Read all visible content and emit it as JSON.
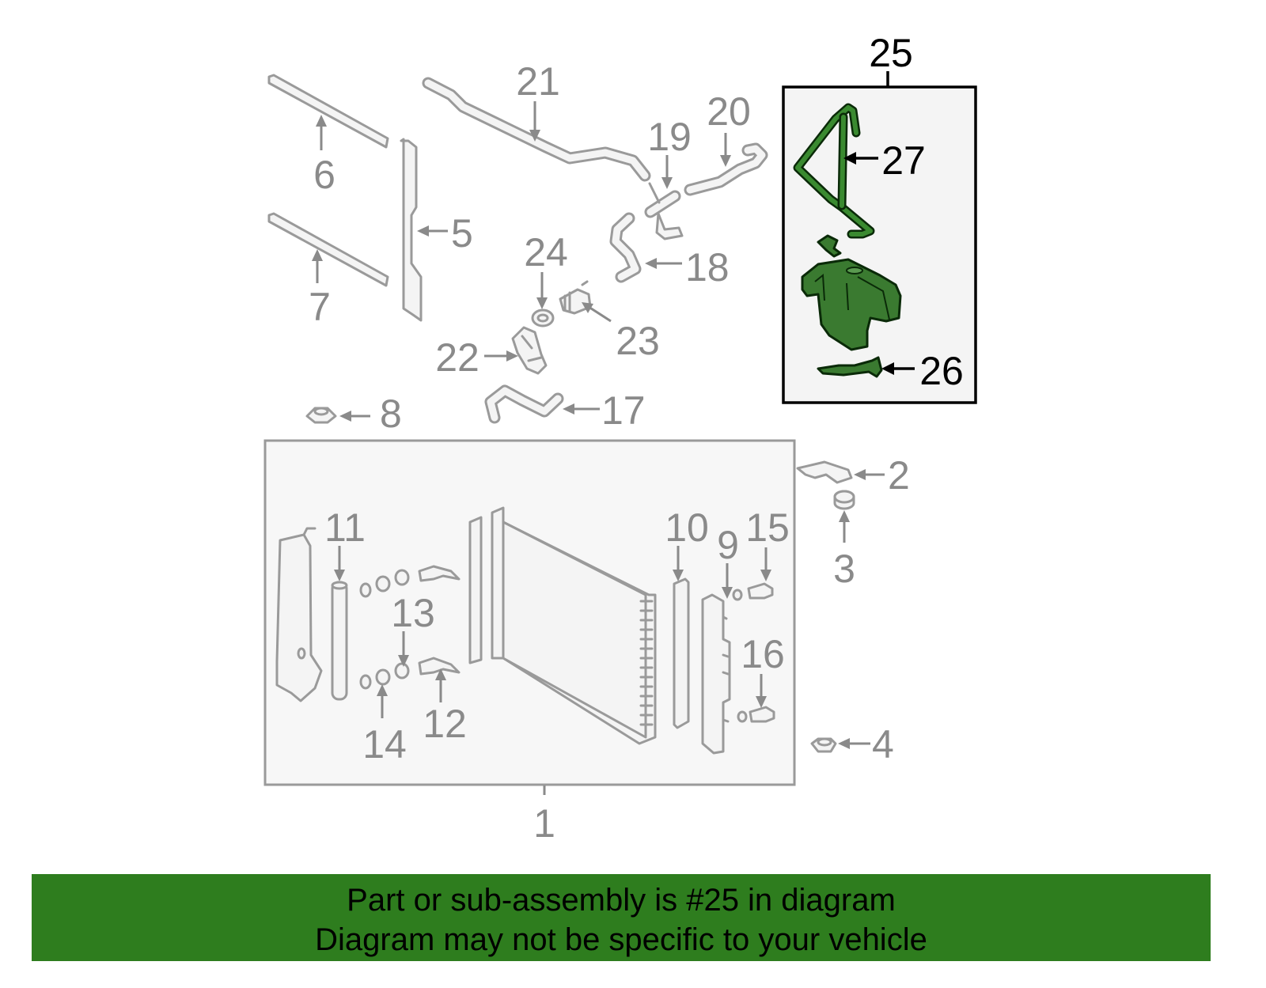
{
  "banner": {
    "line1": "Part or sub-assembly is #25 in diagram",
    "line2": "Diagram may not be specific to your vehicle",
    "background": "#2e7d1e"
  },
  "colors": {
    "highlight_part": "#3a7a30",
    "gray_part": "#9a9a9a",
    "callout_gray": "#8a8a8a"
  },
  "callouts": {
    "c1": "1",
    "c2": "2",
    "c3": "3",
    "c4": "4",
    "c5": "5",
    "c6": "6",
    "c7": "7",
    "c8": "8",
    "c9": "9",
    "c10": "10",
    "c11": "11",
    "c12": "12",
    "c13": "13",
    "c14": "14",
    "c15": "15",
    "c16": "16",
    "c17": "17",
    "c18": "18",
    "c19": "19",
    "c20": "20",
    "c21": "21",
    "c22": "22",
    "c23": "23",
    "c24": "24",
    "c25": "25",
    "c26": "26",
    "c27": "27"
  }
}
